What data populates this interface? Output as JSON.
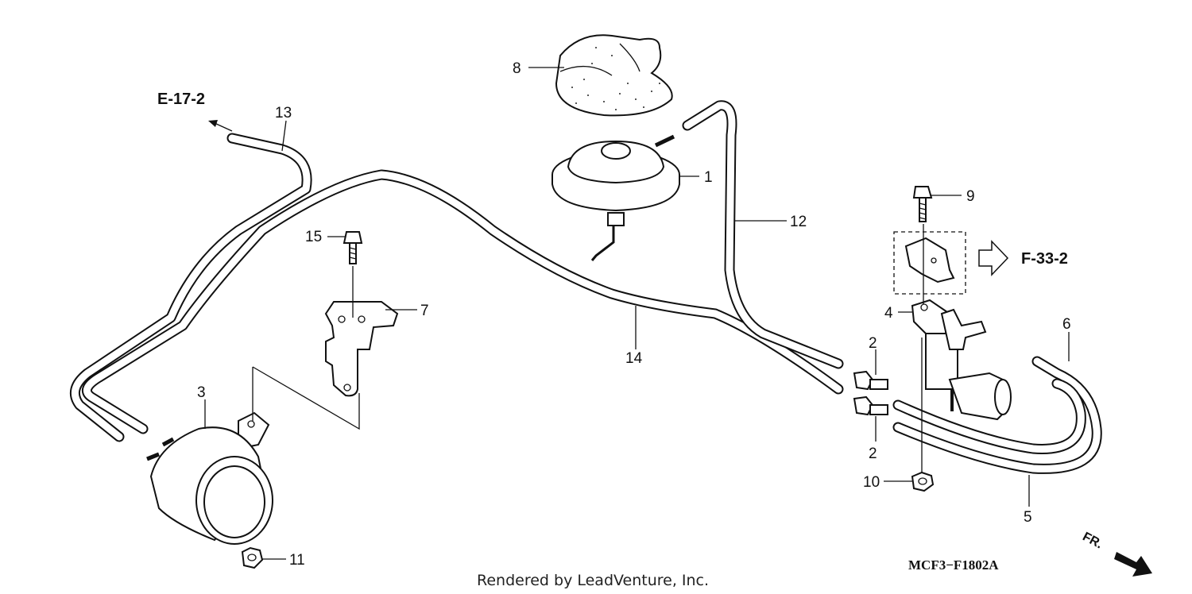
{
  "callouts": {
    "c1": "1",
    "c2a": "2",
    "c2b": "2",
    "c3": "3",
    "c4": "4",
    "c5": "5",
    "c6": "6",
    "c7": "7",
    "c8": "8",
    "c9": "9",
    "c10": "10",
    "c11": "11",
    "c12": "12",
    "c13": "13",
    "c14": "14",
    "c15": "15"
  },
  "references": {
    "left": "E-17-2",
    "right": "F-33-2"
  },
  "direction_label": "FR.",
  "figure_code": "MCF3−F1802A",
  "credit": "Rendered by LeadVenture, Inc.",
  "icons": [
    "arrow-left-up-icon",
    "hollow-arrow-right-icon",
    "front-direction-arrow-icon"
  ]
}
